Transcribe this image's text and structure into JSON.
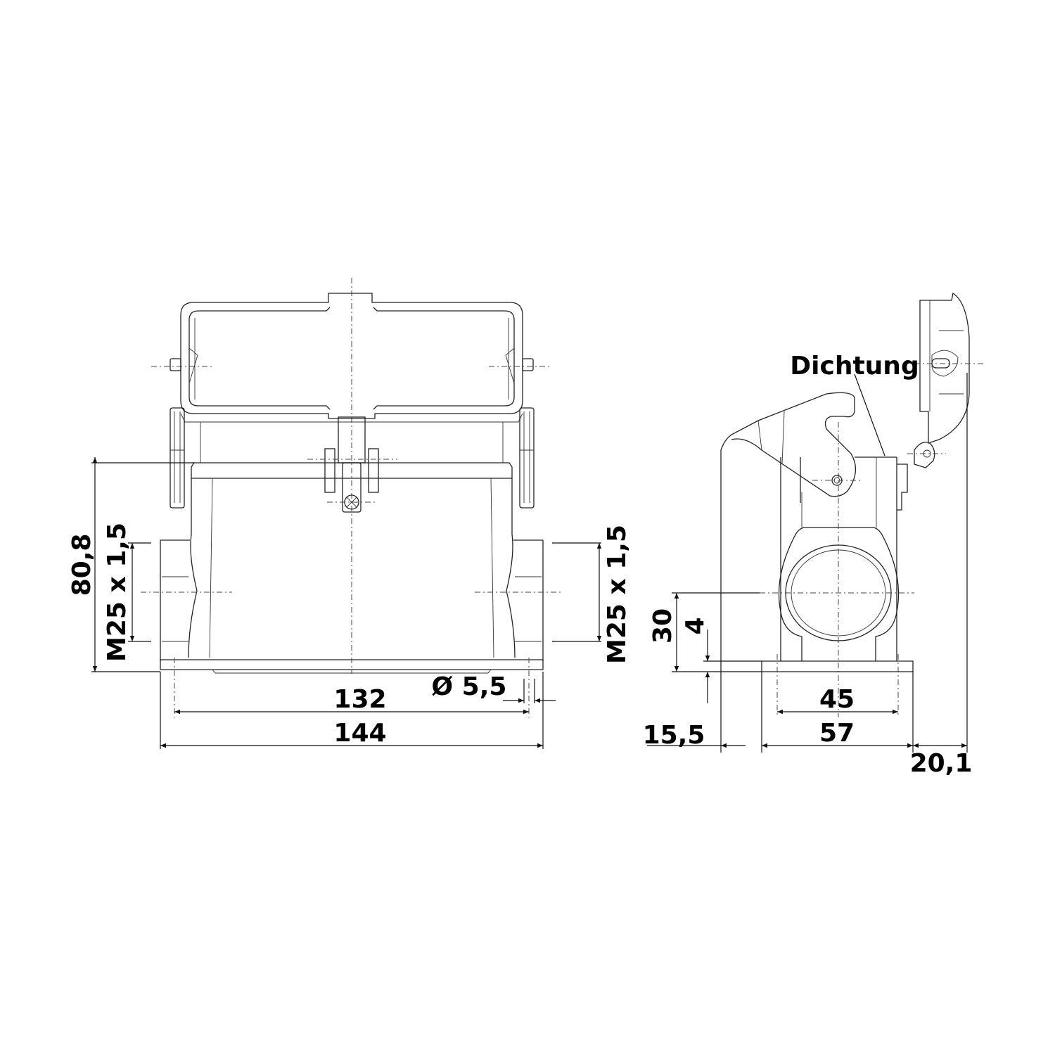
{
  "front_view": {
    "dimensions": {
      "height": "80,8",
      "thread_left": "M25 x 1,5",
      "thread_right": "M25 x 1,5",
      "hole_spacing": "132",
      "width": "144",
      "hole_diameter": "Ø 5,5"
    }
  },
  "side_view": {
    "callout": "Dichtung",
    "dimensions": {
      "thread_center_height": "30",
      "base_thickness": "4",
      "hole_spacing": "45",
      "base_width": "57",
      "lever_overhang": "15,5",
      "lid_overhang": "20,1"
    }
  },
  "colors": {
    "line": "#222222",
    "background": "#ffffff"
  }
}
